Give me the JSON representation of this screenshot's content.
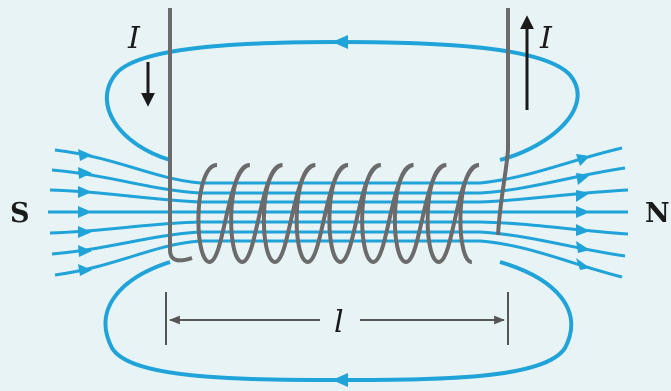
{
  "labels": {
    "current_left": "I",
    "current_right": "I",
    "pole_south": "S",
    "pole_north": "N",
    "length": "l"
  },
  "colors": {
    "background": "#e8f3f5",
    "field_line": "#1fa3d9",
    "wire": "#6b6b6b",
    "text": "#1a1a1a"
  },
  "coil": {
    "turns": 9
  }
}
